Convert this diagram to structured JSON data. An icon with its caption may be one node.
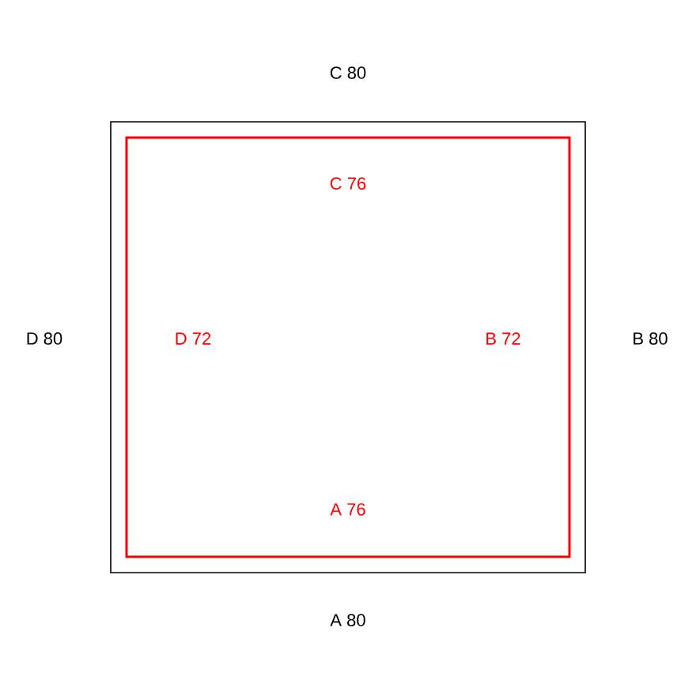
{
  "diagram": {
    "nodes": [
      {
        "text": [],
        "shape": "box",
        "beside": [
          "C 80",
          "D 80",
          "B 80",
          "A 80"
        ]
      },
      {
        "text": [
          "C 76",
          "D 72",
          "B 72",
          "A 76"
        ],
        "in": 0
      }
    ]
  }
}
